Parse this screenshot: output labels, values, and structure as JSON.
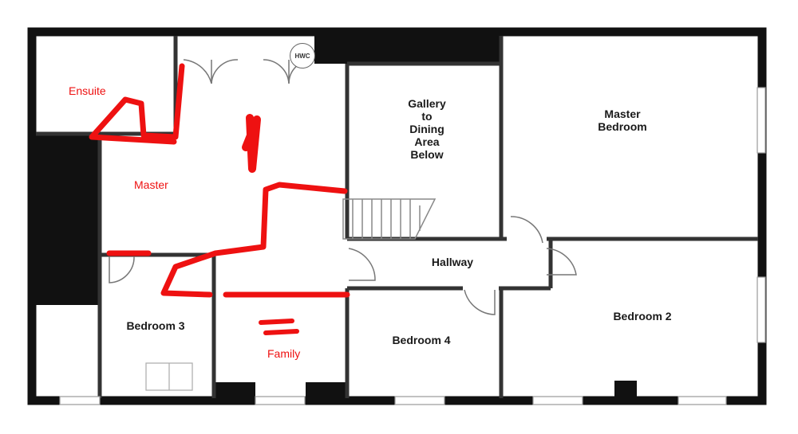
{
  "rooms": {
    "gallery": "Gallery\nto\nDining\nArea\nBelow",
    "master_bedroom": "Master\nBedroom",
    "hallway": "Hallway",
    "bedroom2": "Bedroom 2",
    "bedroom3": "Bedroom 3",
    "bedroom4": "Bedroom 4",
    "hwc": "HWC"
  },
  "annotations": {
    "ensuite": "Ensuite",
    "master": "Master",
    "family": "Family"
  },
  "colors": {
    "wall": "#111111",
    "inner_wall": "#555555",
    "annotation": "#ee1111"
  }
}
